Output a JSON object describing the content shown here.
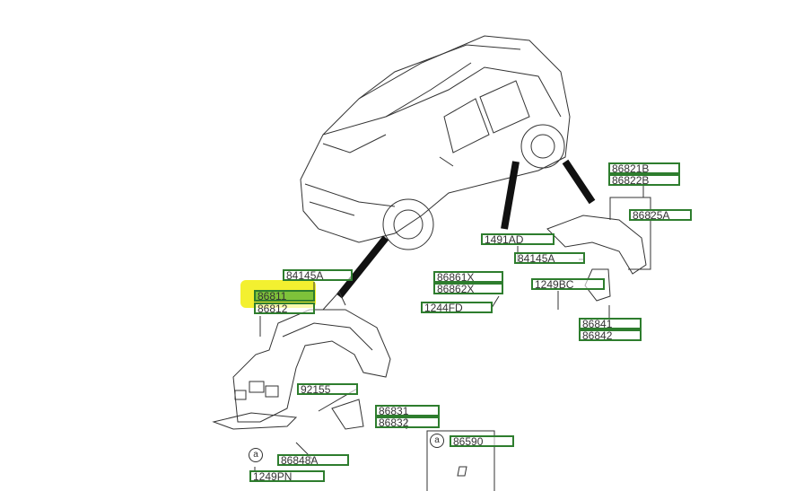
{
  "highlight_color": "#f2ee1a",
  "label_border_color": "#2e7d2e",
  "parts": {
    "p84145a_front": "84145A",
    "p86811": "86811",
    "p86812": "86812",
    "p86861x": "86861X",
    "p86862x": "86862X",
    "p1244fd": "1244FD",
    "p1491ad": "1491AD",
    "p84145a_rear": "84145A",
    "p86821b": "86821B",
    "p86822b": "86822B",
    "p86825a": "86825A",
    "p1249bc": "1249BC",
    "p86841": "86841",
    "p86842": "86842",
    "p92155": "92155",
    "p86831": "86831",
    "p86832": "86832",
    "p86590": "86590",
    "p86848a": "86848A",
    "p1249pn": "1249PN"
  },
  "callouts": {
    "a1": "a",
    "a2": "a"
  }
}
